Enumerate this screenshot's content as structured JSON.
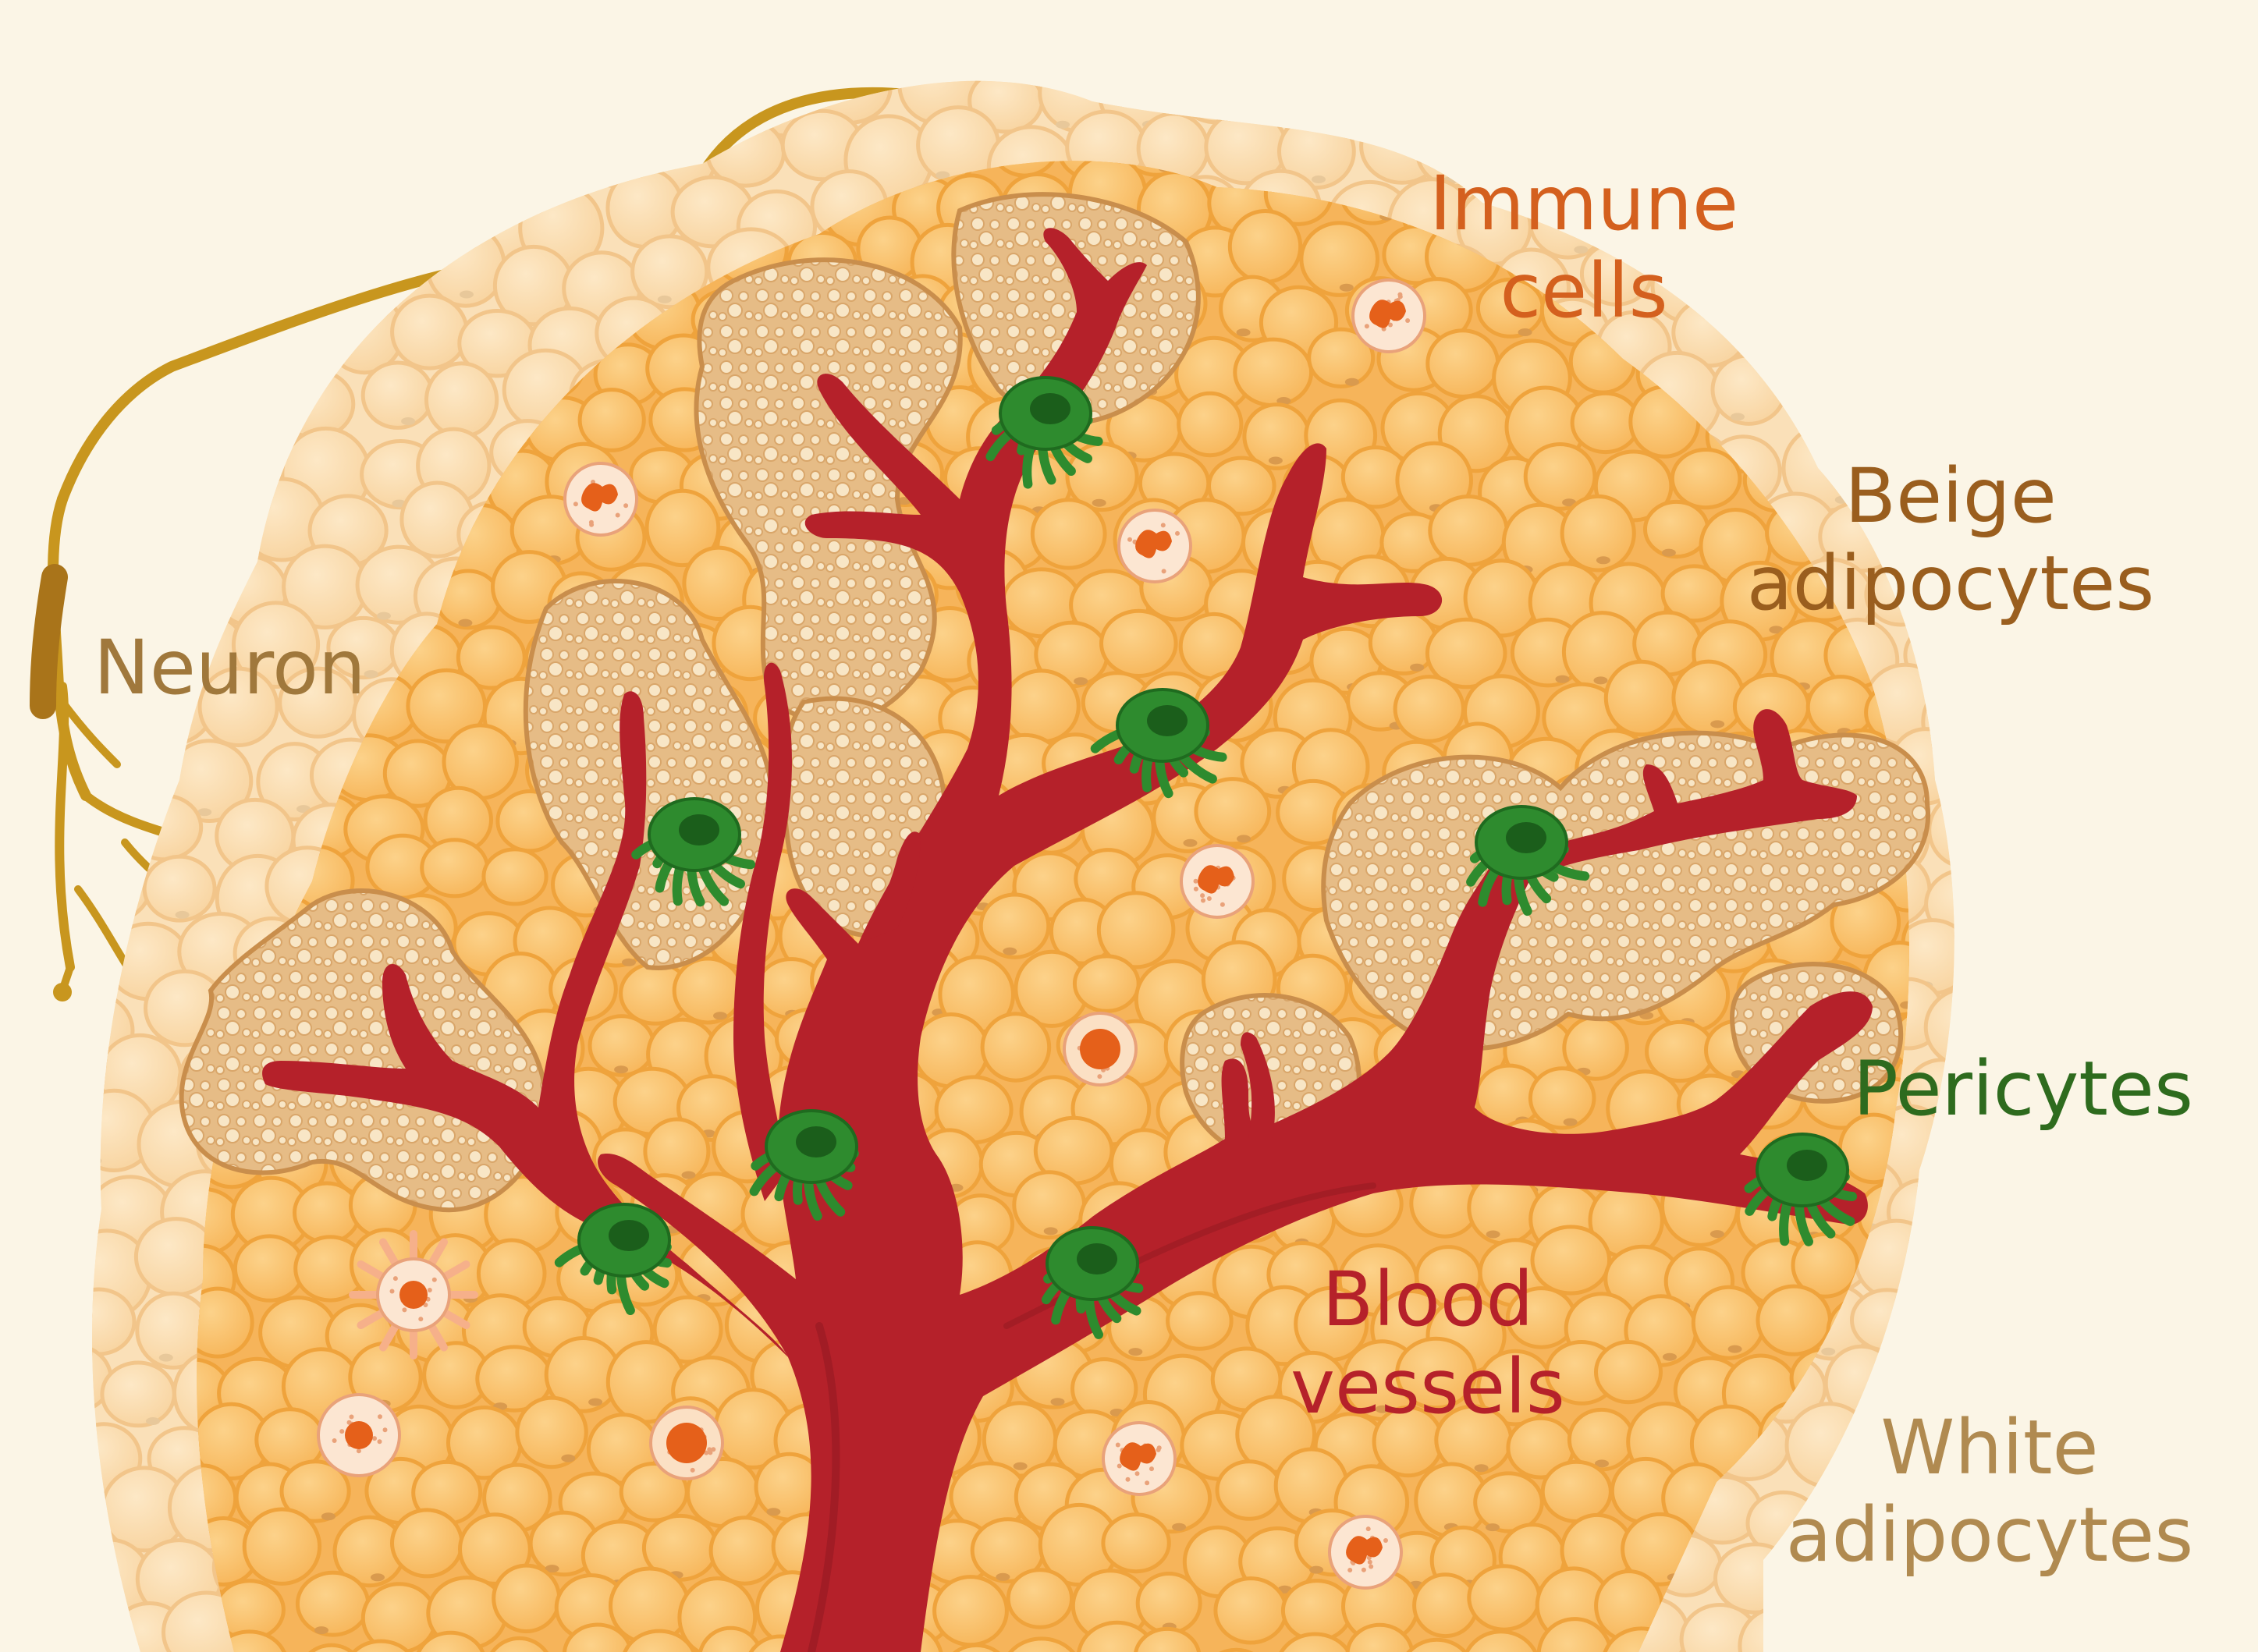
{
  "labels": {
    "immune_line1": "Immune",
    "immune_line2": "cells",
    "beige_line1": "Beige",
    "beige_line2": "adipocytes",
    "neuron": "Neuron",
    "pericytes": "Pericytes",
    "blood_line1": "Blood",
    "blood_line2": "vessels",
    "white_line1": "White",
    "white_line2": "adipocytes"
  },
  "colors": {
    "background": "#FBF5E6",
    "white_adipocyte_fill": "#FAD9A8",
    "white_adipocyte_stroke": "#F2C58A",
    "beige_adipocyte_fill": "#FBC56F",
    "beige_adipocyte_stroke": "#EFA33C",
    "beige_cluster_fill": "#E8C18A",
    "beige_cluster_dots": "#F7E5C5",
    "vessel": "#B5212A",
    "vessel_dark": "#8E1820",
    "pericyte": "#2E8B2E",
    "pericyte_nucleus": "#1B5E1B",
    "neuron": "#C8961E",
    "immune": "#E5601A",
    "label_immune": "#D4601E",
    "label_beige": "#9A5E1E",
    "label_neuron": "#A0783C",
    "label_pericytes": "#2E6B1E",
    "label_blood": "#B5212A",
    "label_white": "#B08A50"
  }
}
